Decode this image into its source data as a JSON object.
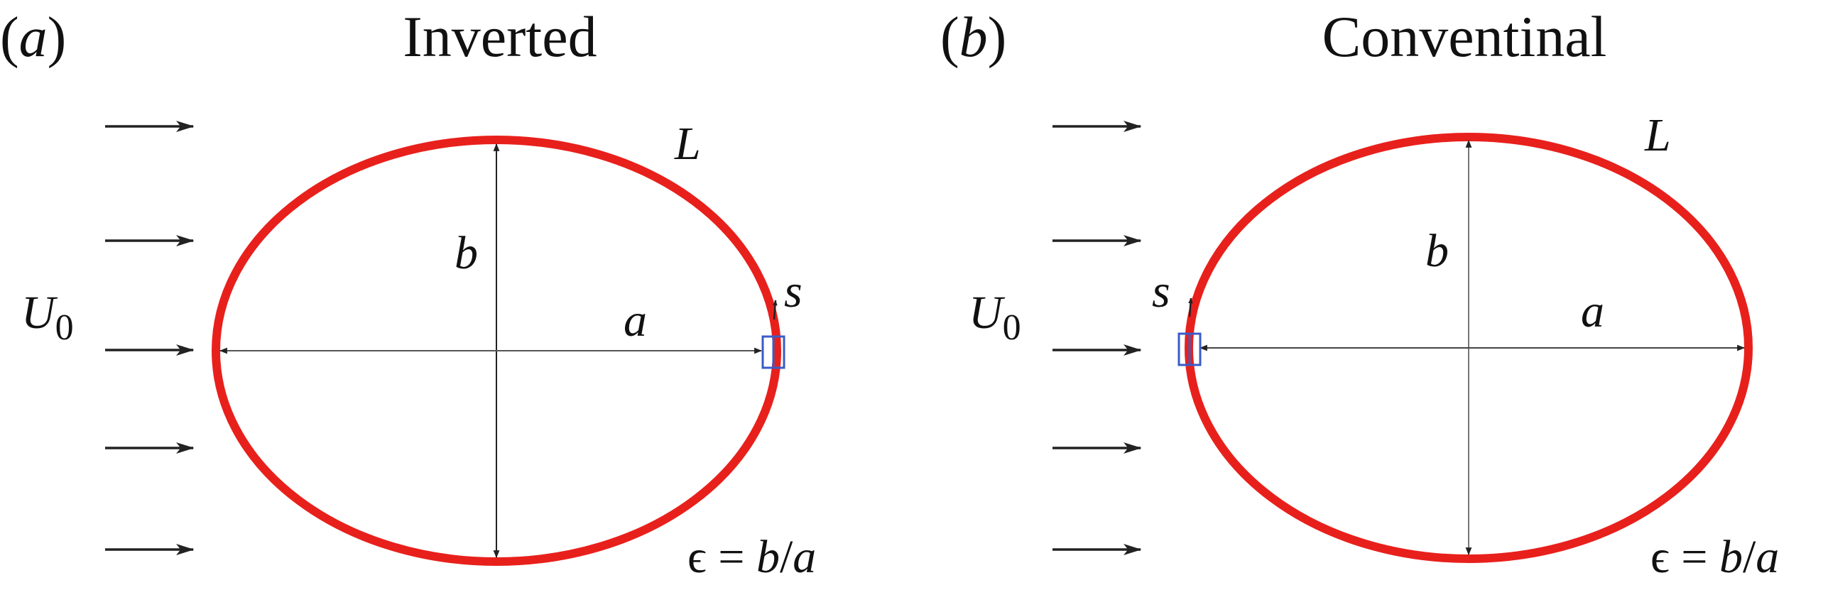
{
  "panels": [
    {
      "id": "a",
      "tag_open": "(",
      "tag_letter": "a",
      "tag_close": ")",
      "title": "Inverted",
      "flow_label": "U",
      "flow_subscript": "0",
      "major_axis_label": "a",
      "minor_axis_label": "b",
      "arc_length_label": "s",
      "curve_label": "L",
      "ratio_eps": "ϵ",
      "ratio_eq": " = ",
      "ratio_b": "b",
      "ratio_slash": "/",
      "ratio_a": "a",
      "marker_side": "right"
    },
    {
      "id": "b",
      "tag_open": "(",
      "tag_letter": "b",
      "tag_close": ")",
      "title": "Conventinal",
      "flow_label": "U",
      "flow_subscript": "0",
      "major_axis_label": "a",
      "minor_axis_label": "b",
      "arc_length_label": "s",
      "curve_label": "L",
      "ratio_eps": "ϵ",
      "ratio_eq": " = ",
      "ratio_b": "b",
      "ratio_slash": "/",
      "ratio_a": "a",
      "marker_side": "left"
    }
  ],
  "colors": {
    "ellipse": "#e8201c",
    "axes": "#222222",
    "arrows": "#222222",
    "marker": "#3a5bc7",
    "text": "#111111"
  }
}
